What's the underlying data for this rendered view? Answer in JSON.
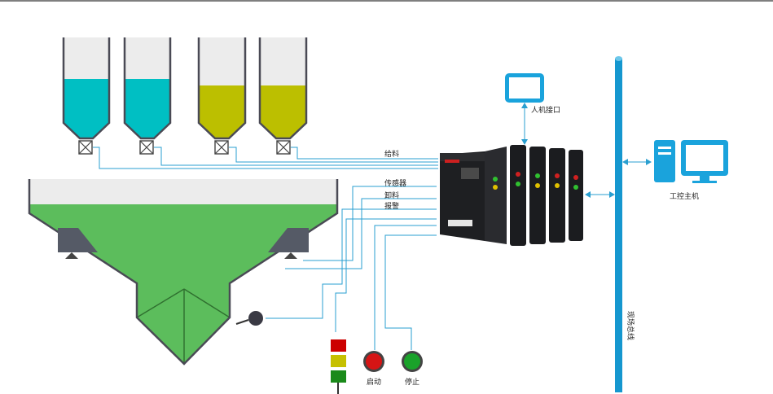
{
  "colors": {
    "line": "#2a9fd0",
    "cyan_fill": "#00bfc3",
    "olive_fill": "#bcbf00",
    "green_fill": "#5cbd5c",
    "silo_empty": "#ececec",
    "outline": "#4a4a55",
    "bus": "#1597cf",
    "monitor": "#1aa3dc",
    "light_red": "#cc0000",
    "light_yellow": "#c6c000",
    "light_green": "#1a8a1a",
    "btn_red": "#d61515",
    "btn_green": "#1aa22a"
  },
  "silos": [
    {
      "material": "cyan",
      "level": 0.55
    },
    {
      "material": "cyan",
      "level": 0.55
    },
    {
      "material": "olive",
      "level": 0.45
    },
    {
      "material": "olive",
      "level": 0.45
    }
  ],
  "hopper": {
    "fill_level": 0.75
  },
  "labels": {
    "feed": "给料",
    "sensor": "传感器",
    "discharge": "卸料",
    "alarm": "报警",
    "hmi": "人机接口",
    "ipc": "工控主机",
    "fieldbus": "现场总线",
    "start": "启动",
    "stop": "停止"
  },
  "icons": {
    "hmi": "monitor-icon",
    "ipc": "desktop-computer-icon",
    "valve": "gate-valve-icon",
    "controller": "plc-controller-icon",
    "stack_light": "stack-light-icon"
  }
}
